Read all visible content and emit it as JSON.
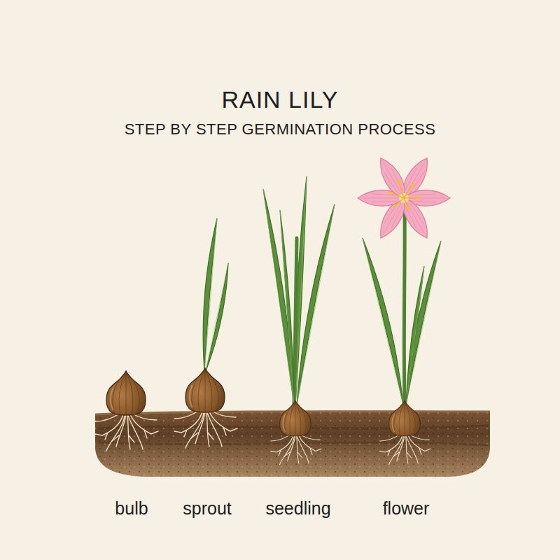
{
  "diagram": {
    "title": "RAIN LILY",
    "labels": [
      "STEP BY STEP GERMINATION PROCESS",
      "bulb",
      "sprout",
      "seedling",
      "flower"
    ]
  }
}
